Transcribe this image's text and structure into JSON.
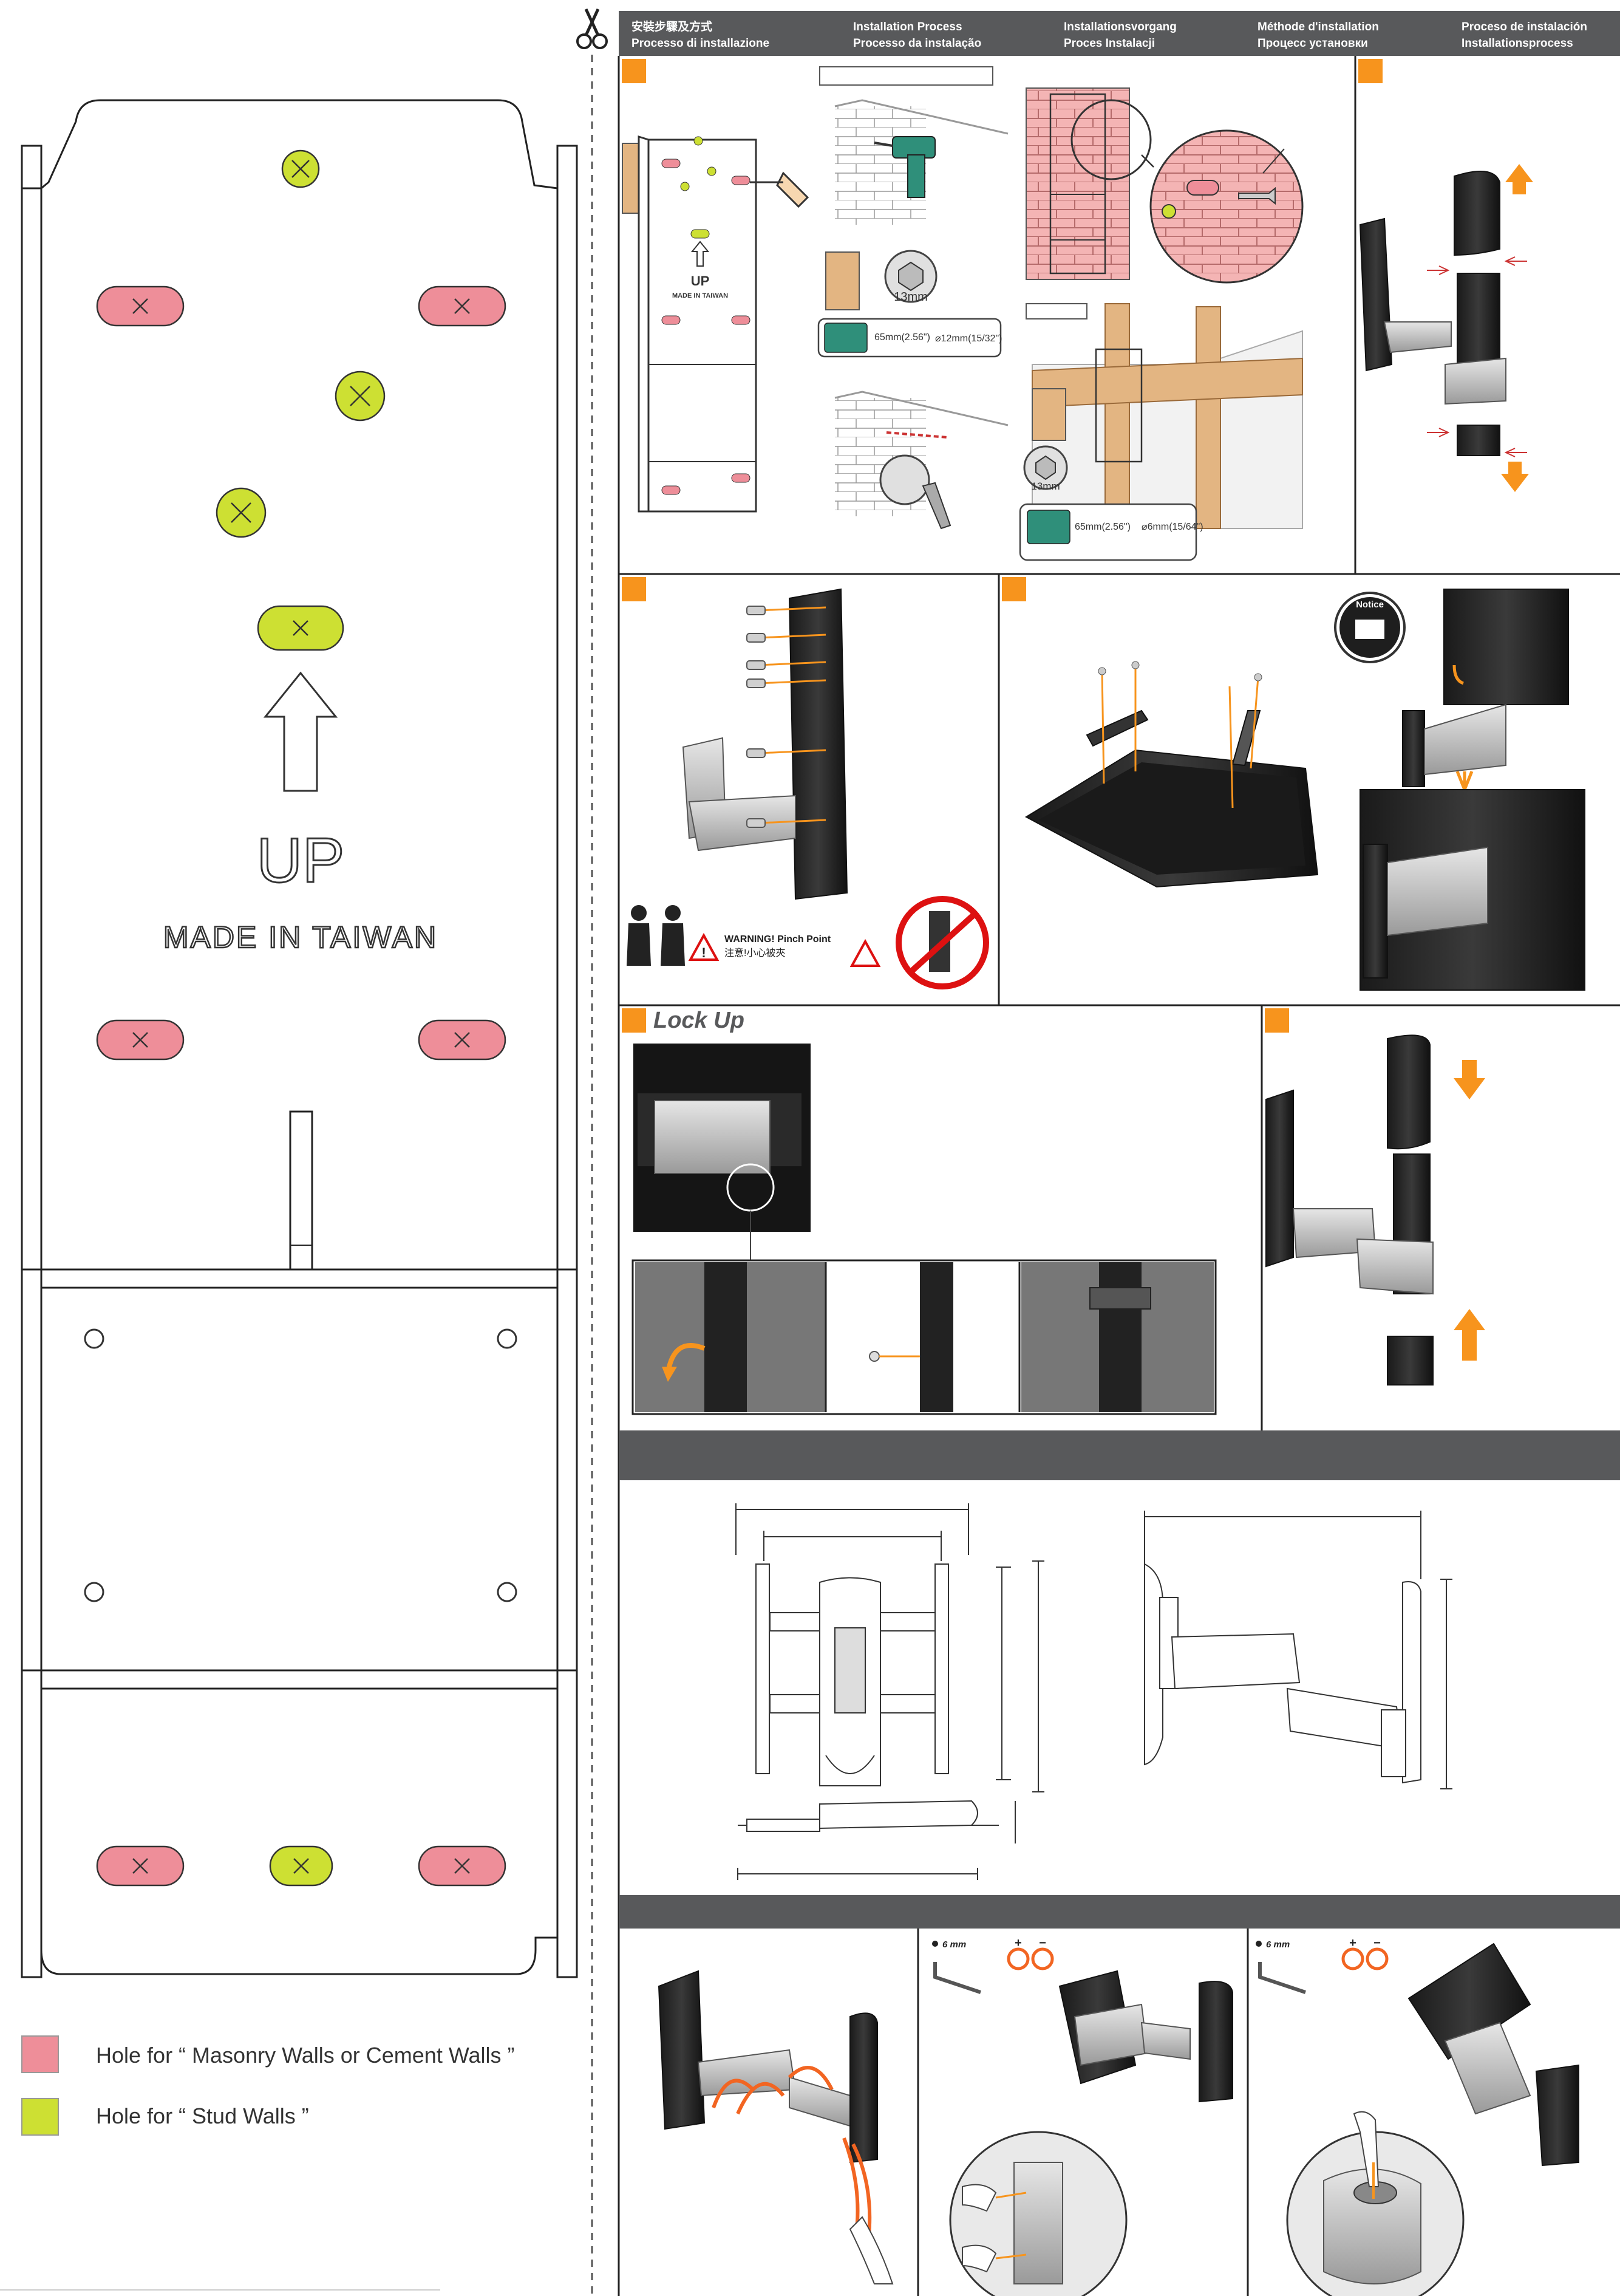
{
  "template": {
    "up_label": "UP",
    "made_in": "MADE IN TAIWAN"
  },
  "legend": {
    "masonry": "Hole for “ Masonry Walls or Cement Walls ”",
    "stud": "Hole for “ Stud Walls ”"
  },
  "header": {
    "col1_line1": "安裝步驟及方式",
    "col1_line2": "Processo di installazione",
    "col2_line1": "Installation Process",
    "col2_line2": "Processo da instalação",
    "col3_line1": "Installationsvorgang",
    "col3_line2": "Proces Instalacji",
    "col4_line1": "Méthode d'installation",
    "col4_line2": "Процесс установки",
    "col5_line1": "Proceso de instalación",
    "col5_line2": "Installationsprocess"
  },
  "steps": {
    "drill_size": "13mm",
    "depth_masonry": "65mm(2.56\")",
    "bit_masonry": "⌀12mm(15/32\")",
    "depth_stud": "65mm(2.56\")",
    "bit_stud": "⌀6mm(15/64\")",
    "notice": "Notice",
    "warning_en": "WARNING! Pinch Point",
    "warning_zh": "注意!小心被夾",
    "lock_up": "Lock Up",
    "hex_key": "6 mm",
    "hex_key2": "6 mm"
  },
  "colors": {
    "masonry": "#ee8e99",
    "stud": "#cde033",
    "accent": "#f7941d",
    "bar": "#58595b"
  }
}
